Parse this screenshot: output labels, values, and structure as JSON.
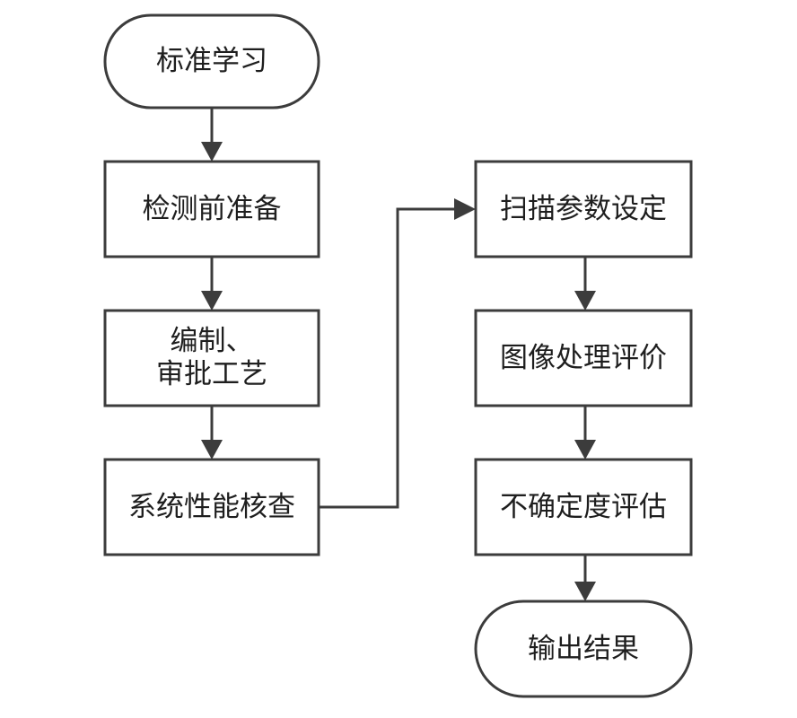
{
  "flowchart": {
    "nodes": {
      "standard_study": {
        "label": "标准学习",
        "shape": "terminal"
      },
      "pre_inspection_prep": {
        "label": "检测前准备",
        "shape": "process"
      },
      "compile_approve_process": {
        "label_line1": "编制、",
        "label_line2": "审批工艺",
        "shape": "process"
      },
      "system_performance_check": {
        "label": "系统性能核查",
        "shape": "process"
      },
      "scan_parameter_setting": {
        "label": "扫描参数设定",
        "shape": "process"
      },
      "image_processing_evaluation": {
        "label": "图像处理评价",
        "shape": "process"
      },
      "uncertainty_evaluation": {
        "label": "不确定度评估",
        "shape": "process"
      },
      "output_results": {
        "label": "输出结果",
        "shape": "terminal"
      }
    },
    "edges": [
      {
        "from": "standard_study",
        "to": "pre_inspection_prep"
      },
      {
        "from": "pre_inspection_prep",
        "to": "compile_approve_process"
      },
      {
        "from": "compile_approve_process",
        "to": "system_performance_check"
      },
      {
        "from": "system_performance_check",
        "to": "scan_parameter_setting"
      },
      {
        "from": "scan_parameter_setting",
        "to": "image_processing_evaluation"
      },
      {
        "from": "image_processing_evaluation",
        "to": "uncertainty_evaluation"
      },
      {
        "from": "uncertainty_evaluation",
        "to": "output_results"
      }
    ]
  },
  "colors": {
    "stroke": "#3c3c3c",
    "text": "#1e1e1e",
    "background": "#ffffff"
  }
}
